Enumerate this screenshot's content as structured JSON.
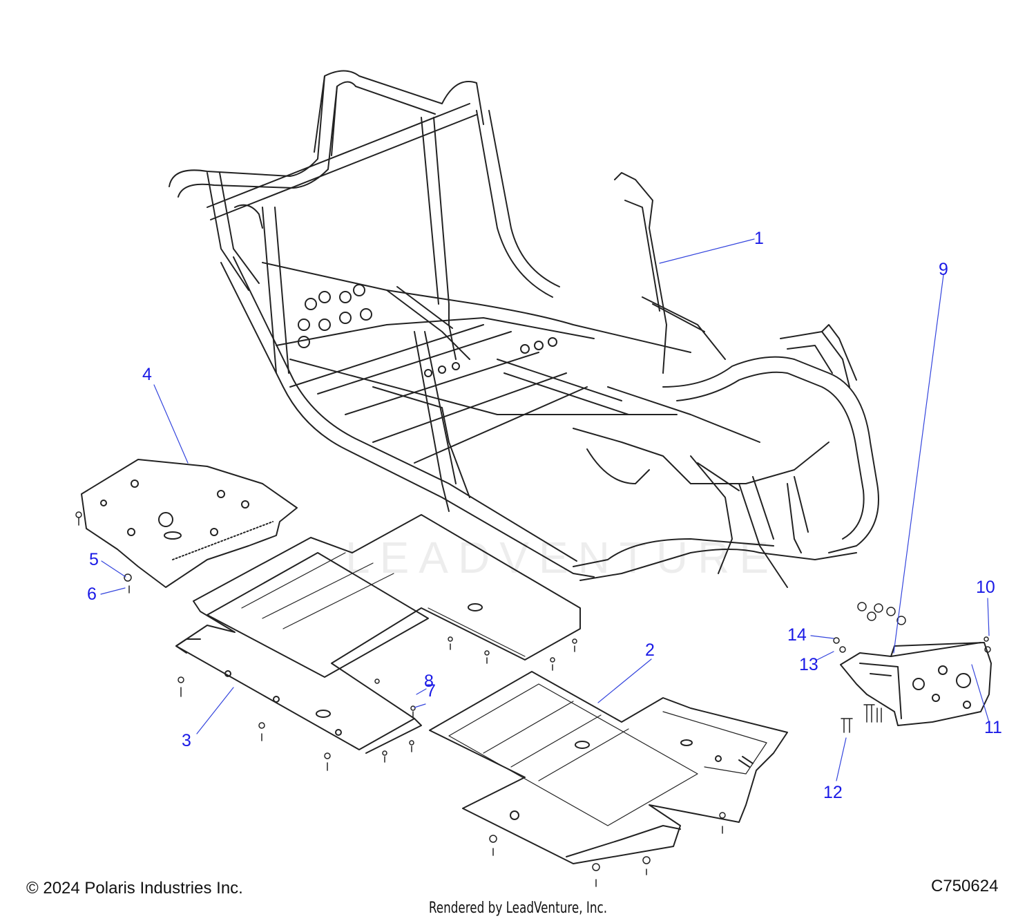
{
  "callouts": [
    {
      "id": "1",
      "label": "1"
    },
    {
      "id": "2",
      "label": "2"
    },
    {
      "id": "3",
      "label": "3"
    },
    {
      "id": "4",
      "label": "4"
    },
    {
      "id": "5",
      "label": "5"
    },
    {
      "id": "6",
      "label": "6"
    },
    {
      "id": "7",
      "label": "7"
    },
    {
      "id": "8",
      "label": "8"
    },
    {
      "id": "9",
      "label": "9"
    },
    {
      "id": "10",
      "label": "10"
    },
    {
      "id": "11",
      "label": "11"
    },
    {
      "id": "12",
      "label": "12"
    },
    {
      "id": "13",
      "label": "13"
    },
    {
      "id": "14",
      "label": "14"
    }
  ],
  "footer": {
    "copyright": "© 2024 Polaris Industries Inc.",
    "diagram_code": "C750624",
    "rendered_by": "Rendered by LeadVenture, Inc."
  },
  "watermark": "LEADVENTURE",
  "colors": {
    "callout": "#1a1ae6",
    "line": "#222222",
    "leader": "#3344dd"
  }
}
